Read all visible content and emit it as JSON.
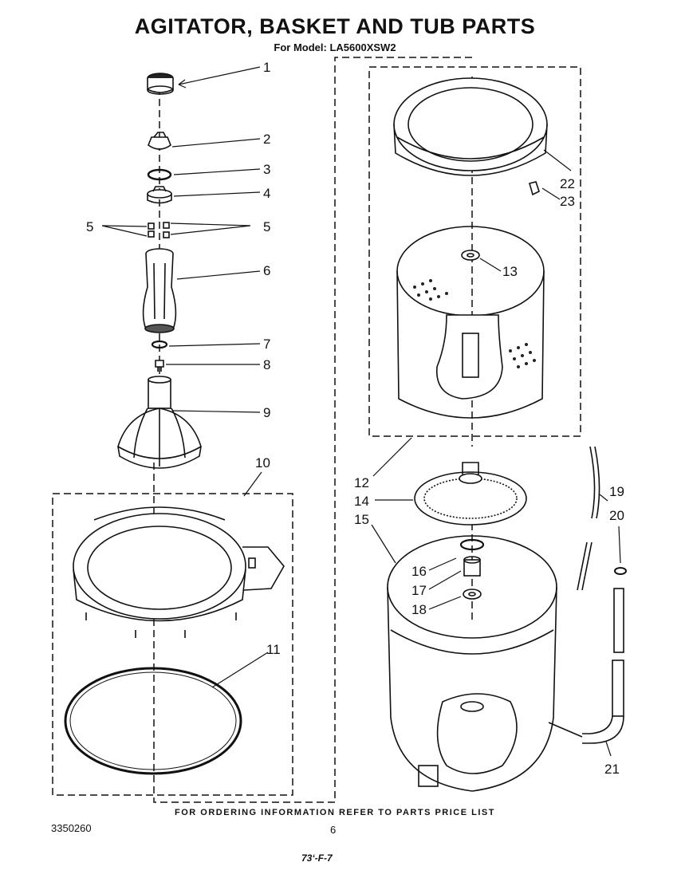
{
  "header": {
    "title": "AGITATOR, BASKET AND TUB PARTS",
    "subtitle": "For Model: LA5600XSW2"
  },
  "footer": {
    "ordering_note": "FOR ORDERING INFORMATION REFER TO PARTS PRICE LIST",
    "document_number": "3350260",
    "page_number": "6",
    "code": "73‘-F-7"
  },
  "callouts": {
    "c1": "1",
    "c2": "2",
    "c3": "3",
    "c4": "4",
    "c5a": "5",
    "c5b": "5",
    "c6": "6",
    "c7": "7",
    "c8": "8",
    "c9": "9",
    "c10": "10",
    "c11": "11",
    "c12": "12",
    "c13": "13",
    "c14": "14",
    "c15": "15",
    "c16": "16",
    "c17": "17",
    "c18": "18",
    "c19": "19",
    "c20": "20",
    "c21": "21",
    "c22": "22",
    "c23": "23"
  }
}
